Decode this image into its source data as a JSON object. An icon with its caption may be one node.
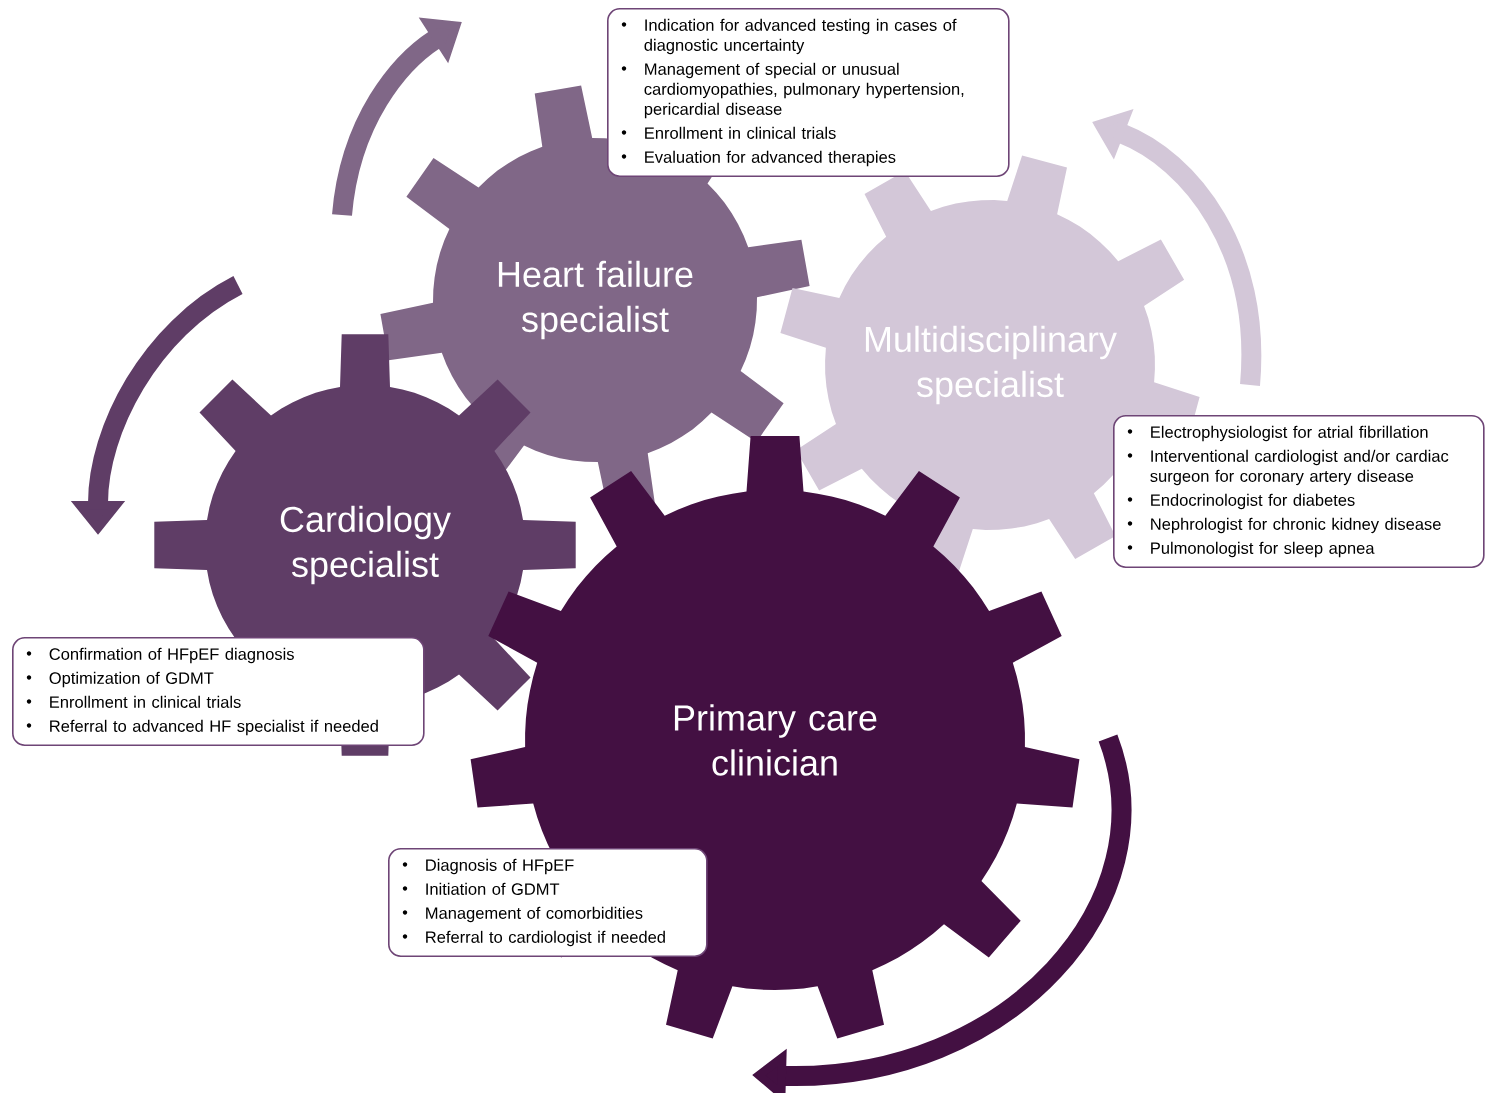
{
  "diagram": {
    "nodes": [
      {
        "text": [
          "Heart failure specialist"
        ]
      },
      {
        "text": [
          "Indication for advanced testing in cases of diagnostic uncertainty",
          "Management of special or unusual cardiomyopathies, pulmonary hypertension, pericardial disease",
          "Enrollment in clinical trials",
          "Evaluation for advanced therapies"
        ]
      },
      {
        "text": [
          "Multidisciplinary specialist"
        ]
      },
      {
        "text": [
          "Electrophysiologist for atrial fibrillation",
          "Interventional cardiologist and/or cardiac surgeon for coronary artery disease",
          "Endocrinologist for diabetes",
          "Nephrologist for chronic kidney disease",
          "Pulmonologist for sleep apnea"
        ]
      },
      {
        "text": [
          "Cardiology specialist"
        ]
      },
      {
        "text": [
          "Confirmation of HFpEF diagnosis",
          "Optimization of GDMT",
          "Enrollment in clinical trials",
          "Referral to advanced HF specialist if needed"
        ]
      },
      {
        "text": [
          "Primary care clinician"
        ]
      },
      {
        "text": [
          "Diagnosis of HFpEF",
          "Initiation of GDMT",
          "Management of comorbidities",
          "Referral to cardiologist if needed"
        ]
      }
    ]
  }
}
